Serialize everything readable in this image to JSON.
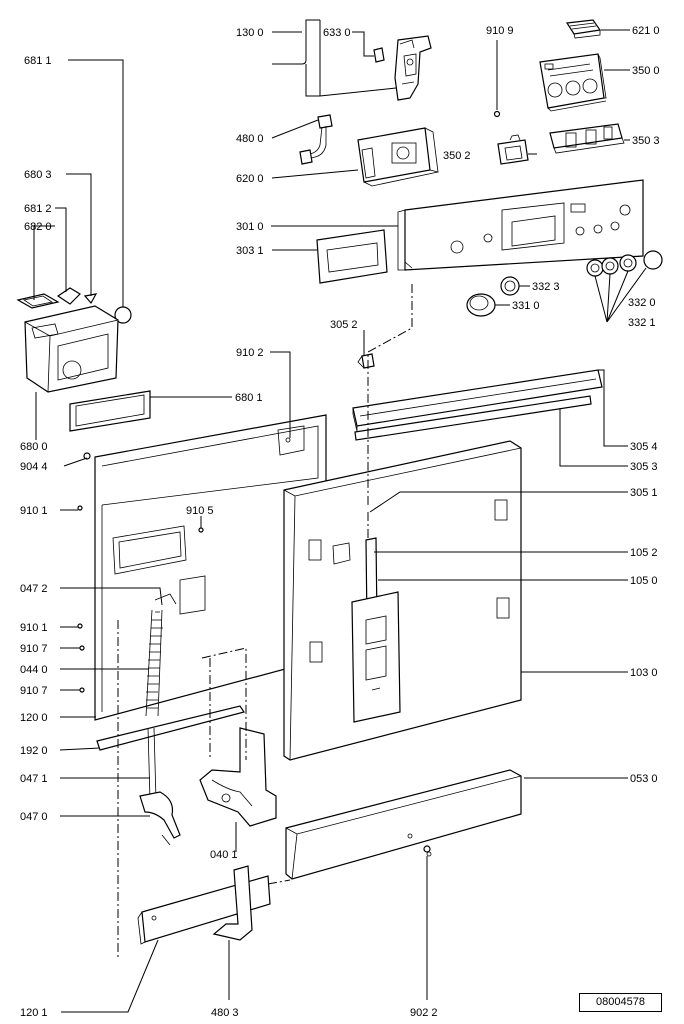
{
  "drawing_number": "08004578",
  "part_labels": [
    {
      "id": "l6811",
      "text": "681 1"
    },
    {
      "id": "l1300",
      "text": "130 0"
    },
    {
      "id": "l6330",
      "text": "633 0"
    },
    {
      "id": "l9109",
      "text": "910 9"
    },
    {
      "id": "l6210",
      "text": "621 0"
    },
    {
      "id": "l3500",
      "text": "350 0"
    },
    {
      "id": "l4800",
      "text": "480 0"
    },
    {
      "id": "l3502",
      "text": "350 2"
    },
    {
      "id": "l3503",
      "text": "350 3"
    },
    {
      "id": "l6803",
      "text": "680 3"
    },
    {
      "id": "l6200",
      "text": "620 0"
    },
    {
      "id": "l6812",
      "text": "681 2"
    },
    {
      "id": "l6820",
      "text": "682 0"
    },
    {
      "id": "l3010",
      "text": "301 0"
    },
    {
      "id": "l3031",
      "text": "303 1"
    },
    {
      "id": "l3323",
      "text": "332 3"
    },
    {
      "id": "l3320",
      "text": "332 0"
    },
    {
      "id": "l3310",
      "text": "331 0"
    },
    {
      "id": "l3052",
      "text": "305 2"
    },
    {
      "id": "l3321",
      "text": "332 1"
    },
    {
      "id": "l9102",
      "text": "910 2"
    },
    {
      "id": "l6801",
      "text": "680 1"
    },
    {
      "id": "l6800",
      "text": "680 0"
    },
    {
      "id": "l3054",
      "text": "305 4"
    },
    {
      "id": "l9044",
      "text": "904 4"
    },
    {
      "id": "l3053",
      "text": "305 3"
    },
    {
      "id": "l3051",
      "text": "305 1"
    },
    {
      "id": "l9101a",
      "text": "910 1"
    },
    {
      "id": "l9105",
      "text": "910 5"
    },
    {
      "id": "l1052",
      "text": "105 2"
    },
    {
      "id": "l0472",
      "text": "047 2"
    },
    {
      "id": "l1050",
      "text": "105 0"
    },
    {
      "id": "l9101b",
      "text": "910 1"
    },
    {
      "id": "l9107a",
      "text": "910 7"
    },
    {
      "id": "l0440",
      "text": "044 0"
    },
    {
      "id": "l1030",
      "text": "103 0"
    },
    {
      "id": "l9107b",
      "text": "910 7"
    },
    {
      "id": "l1200",
      "text": "120 0"
    },
    {
      "id": "l1920",
      "text": "192 0"
    },
    {
      "id": "l0471",
      "text": "047 1"
    },
    {
      "id": "l0530",
      "text": "053 0"
    },
    {
      "id": "l0470",
      "text": "047 0"
    },
    {
      "id": "l0401",
      "text": "040 1"
    },
    {
      "id": "l1201",
      "text": "120 1"
    },
    {
      "id": "l4803",
      "text": "480 3"
    },
    {
      "id": "l9022",
      "text": "902 2"
    }
  ]
}
